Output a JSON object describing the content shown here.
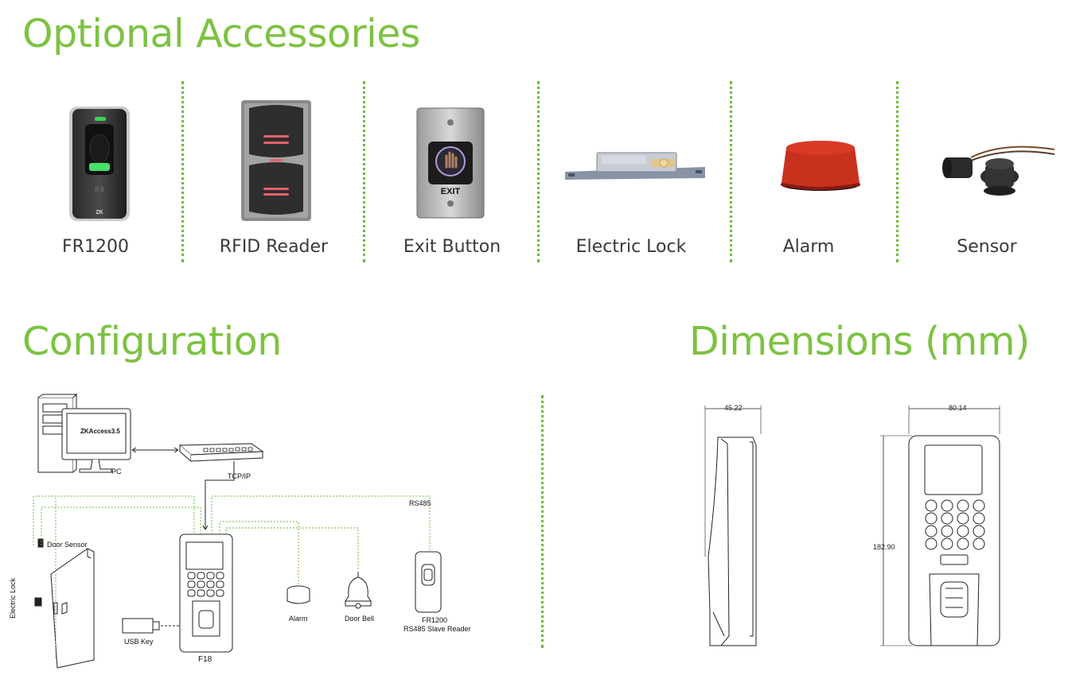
{
  "headings": {
    "accessories": "Optional Accessories",
    "configuration": "Configuration",
    "dimensions": "Dimensions (mm)"
  },
  "accessories": [
    {
      "label": "FR1200",
      "icon": "fingerprint-reader-icon"
    },
    {
      "label": "RFID Reader",
      "icon": "rfid-reader-icon"
    },
    {
      "label": "Exit Button",
      "icon": "exit-button-icon"
    },
    {
      "label": "Electric Lock",
      "icon": "electric-lock-icon"
    },
    {
      "label": "Alarm",
      "icon": "alarm-icon"
    },
    {
      "label": "Sensor",
      "icon": "door-sensor-icon"
    }
  ],
  "configuration": {
    "monitor_text": "ZKAccess3.5",
    "pc": "PC",
    "tcpip": "TCP/IP",
    "rs485": "RS485",
    "door_sensor": "Door Sensor",
    "electric_lock": "Electric Lock",
    "usb_key": "USB Key",
    "device": "F18",
    "alarm": "Alarm",
    "door_bell": "Door Bell",
    "slave_reader_line1": "FR1200",
    "slave_reader_line2": "RS485 Slave Reader"
  },
  "dimensions": {
    "depth": "45.22",
    "width": "80.14",
    "height": "182.90"
  },
  "colors": {
    "accent": "#7dc242",
    "dotted_separator": "#6dbb3c"
  }
}
